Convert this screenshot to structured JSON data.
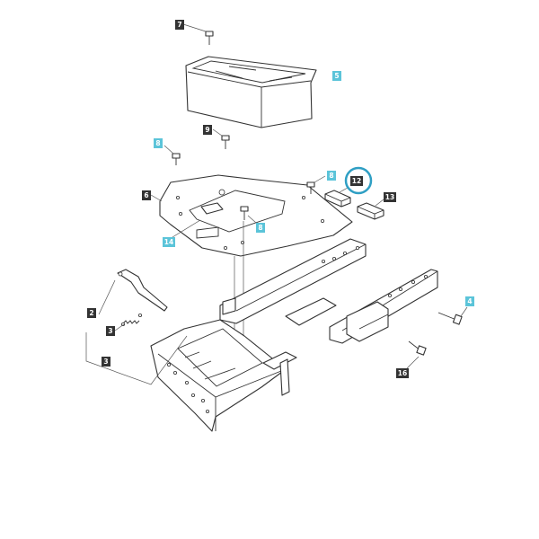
{
  "colors": {
    "label_dark": "#333333",
    "label_blue": "#5bc4d9",
    "highlight_ring": "#2f9fc4",
    "line": "#333333"
  },
  "callouts": {
    "c7": "7",
    "c5": "5",
    "c9": "9",
    "c8_left": "8",
    "c8_mid": "8",
    "c8_right": "8",
    "c6": "6",
    "c12": "12",
    "c13": "13",
    "c14": "14",
    "c2": "2",
    "c3_spring": "3",
    "c3_bottom": "3",
    "c4": "4",
    "c16": "16"
  },
  "highlight": "12"
}
